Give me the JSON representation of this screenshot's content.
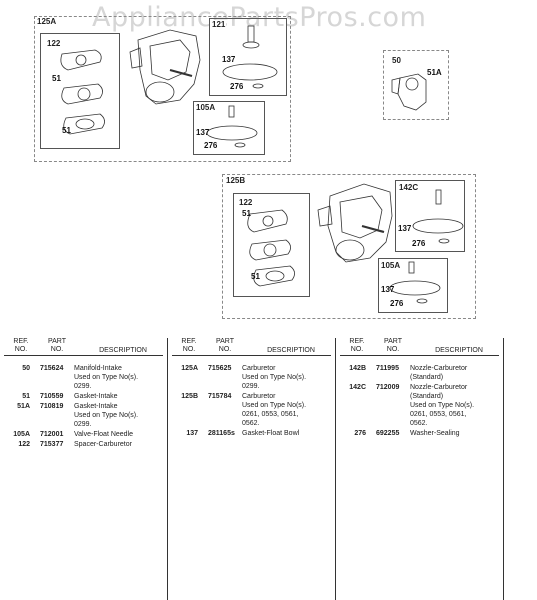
{
  "watermark": "AppliancePartsPros.com",
  "diagram": {
    "group_a": {
      "label": "125A",
      "sub_122": "122",
      "p51a": "51",
      "p51b": "51",
      "sub_top": "121",
      "p137": "137",
      "p276": "276",
      "sub_105a": "105A",
      "p137b": "137",
      "p276b": "276"
    },
    "group_50": {
      "label": "50",
      "p51a": "51A"
    },
    "group_b": {
      "label": "125B",
      "sub_122": "122",
      "p51a": "51",
      "p51b": "51",
      "sub_142c": "142C",
      "p137": "137",
      "p276": "276",
      "sub_105a": "105A",
      "p137b": "137",
      "p276b": "276"
    }
  },
  "table": {
    "headers": {
      "ref": "REF.\nNO.",
      "part": "PART\nNO.",
      "desc": "DESCRIPTION"
    },
    "columns": [
      [
        {
          "ref": "50",
          "part": "715624",
          "desc": [
            "Manifold-Intake",
            "Used on Type No(s).",
            "0299."
          ]
        },
        {
          "ref": "51",
          "part": "710559",
          "desc": [
            "Gasket-Intake"
          ]
        },
        {
          "ref": "51A",
          "part": "710819",
          "desc": [
            "Gasket-Intake",
            "Used on Type No(s).",
            "0299."
          ]
        },
        {
          "ref": "105A",
          "part": "712001",
          "desc": [
            "Valve-Float Needle"
          ]
        },
        {
          "ref": "122",
          "part": "715377",
          "desc": [
            "Spacer-Carburetor"
          ]
        }
      ],
      [
        {
          "ref": "125A",
          "part": "715625",
          "desc": [
            "Carburetor",
            "Used on Type No(s).",
            "0299."
          ]
        },
        {
          "ref": "125B",
          "part": "715784",
          "desc": [
            "Carburetor",
            "Used on Type No(s).",
            "0261, 0553, 0561,",
            "0562."
          ]
        },
        {
          "ref": "137",
          "part": "281165s",
          "desc": [
            "Gasket-Float Bowl"
          ]
        }
      ],
      [
        {
          "ref": "142B",
          "part": "711995",
          "desc": [
            "Nozzle-Carburetor",
            "(Standard)"
          ]
        },
        {
          "ref": "142C",
          "part": "712009",
          "desc": [
            "Nozzle-Carburetor",
            "(Standard)",
            "Used on Type No(s).",
            "0261, 0553, 0561,",
            "0562."
          ]
        },
        {
          "ref": "276",
          "part": "692255",
          "desc": [
            "Washer-Sealing"
          ]
        }
      ]
    ]
  }
}
